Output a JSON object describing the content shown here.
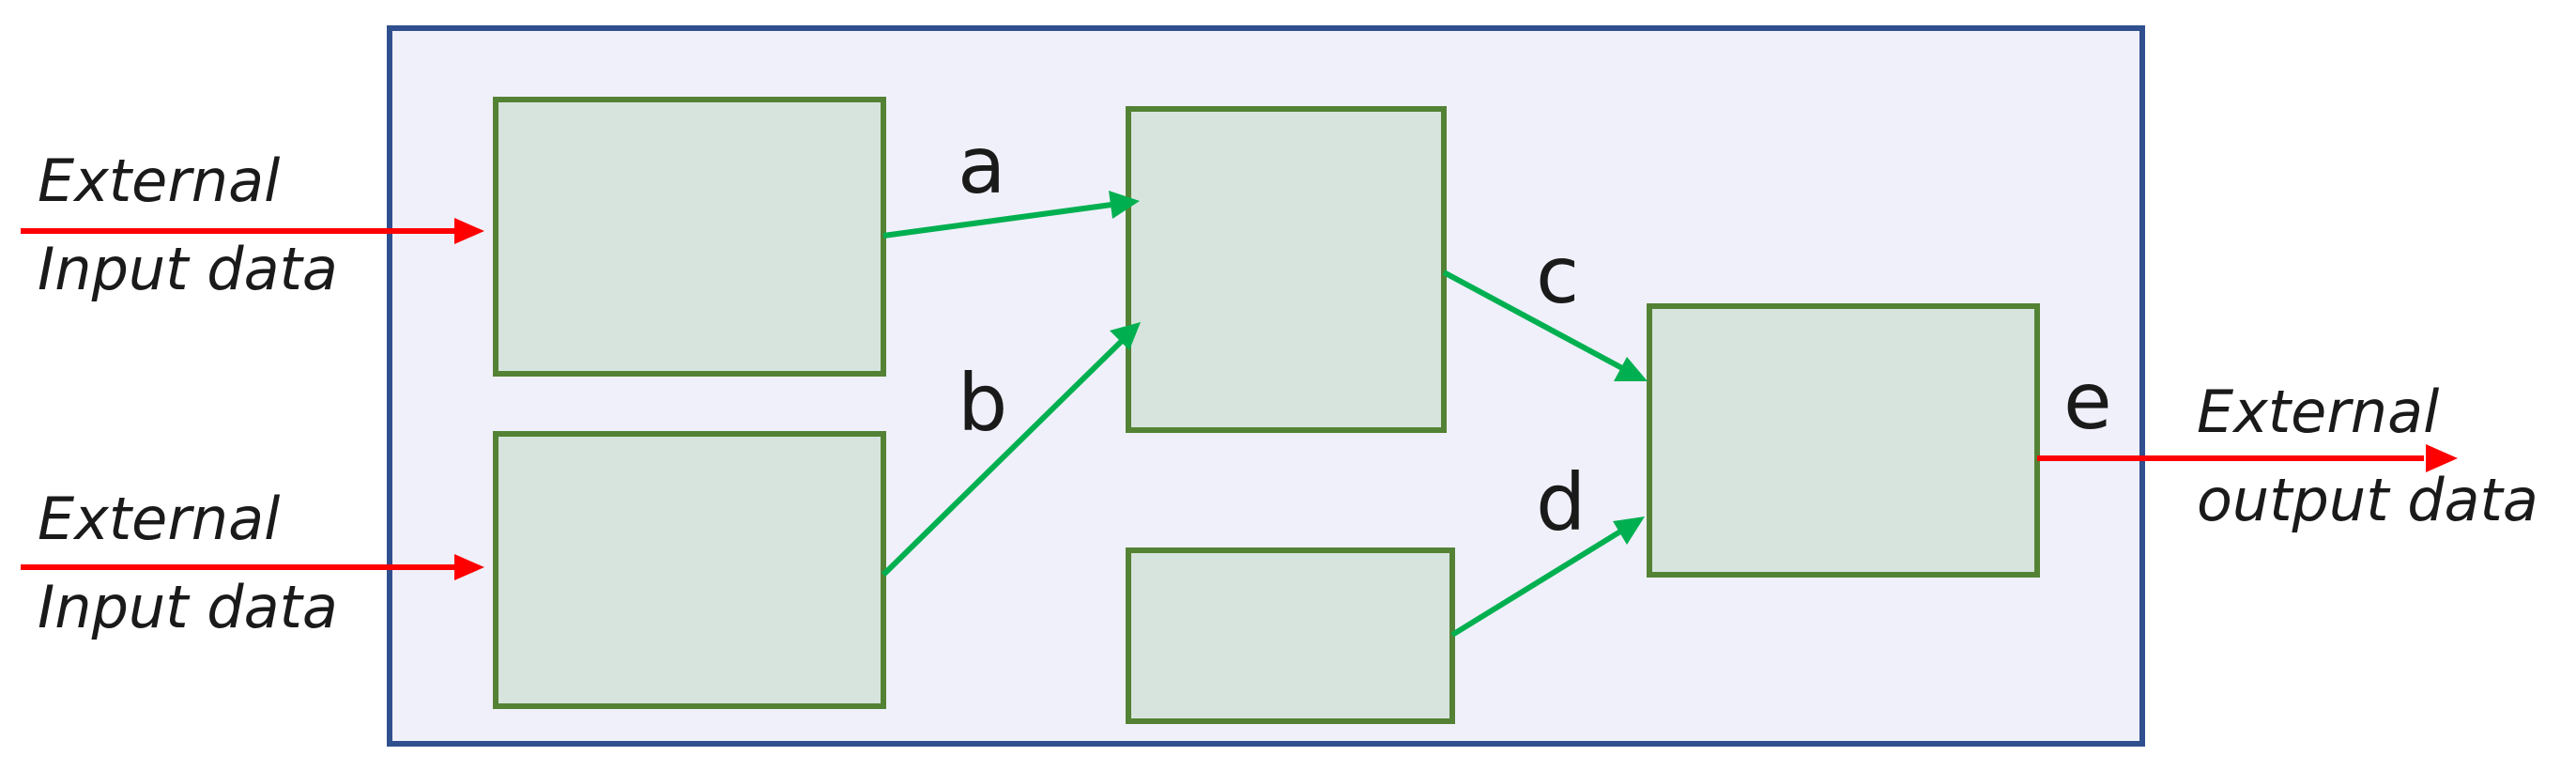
{
  "colors": {
    "system_fill": "#eff0fa",
    "system_stroke": "#2f4f8f",
    "process_fill": "#d6e4dd",
    "process_stroke": "#548235",
    "internal_flow": "#00b050",
    "external_flow": "#ff0000",
    "text": "#1a1a1a"
  },
  "external_inputs": [
    {
      "line1": "External",
      "line2": "Input data"
    },
    {
      "line1": "External",
      "line2": "Input data"
    }
  ],
  "external_output": {
    "line1": "External",
    "line2": "output data"
  },
  "edges": {
    "a": "a",
    "b": "b",
    "c": "c",
    "d": "d",
    "e": "e"
  }
}
